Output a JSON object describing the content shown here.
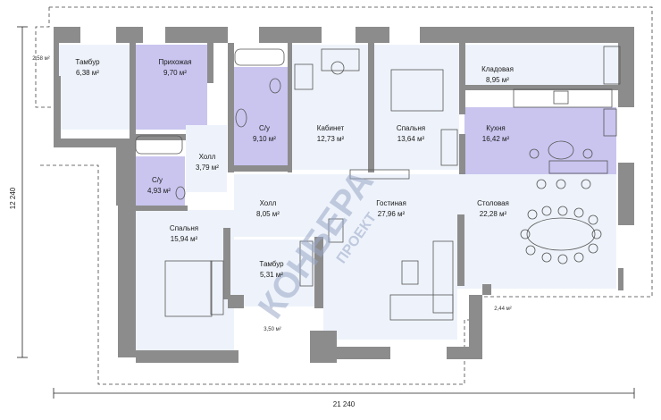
{
  "dimensions": {
    "width": "21 240",
    "height": "12 240"
  },
  "rooms": [
    {
      "name": "Тамбур",
      "area": "6,38 м²"
    },
    {
      "name": "Прихожая",
      "area": "9,70 м²"
    },
    {
      "name": "С/у",
      "area": "9,10 м²"
    },
    {
      "name": "Кабинет",
      "area": "12,73 м²"
    },
    {
      "name": "Спальня",
      "area": "13,64 м²"
    },
    {
      "name": "Кладовая",
      "area": "8,95 м²"
    },
    {
      "name": "Кухня",
      "area": "16,42 м²"
    },
    {
      "name": "Холл",
      "area": "3,79 м²"
    },
    {
      "name": "С/у",
      "area": "4,93 м²"
    },
    {
      "name": "Холл",
      "area": "8,05 м²"
    },
    {
      "name": "Гостиная",
      "area": "27,96 м²"
    },
    {
      "name": "Столовая",
      "area": "22,28 м²"
    },
    {
      "name": "Спальня",
      "area": "15,94 м²"
    },
    {
      "name": "Тамбур",
      "area": "5,31 м²"
    }
  ],
  "terraces": [
    "2,58 м²",
    "2,44 м²",
    "3,50 м²"
  ],
  "watermark": {
    "main": "КОНБЕРА",
    "sub": "ПРОЕКТ"
  },
  "colors": {
    "wall": "#8c8c8c",
    "lavender": "#c9c5ef",
    "pale_blue": "#eef3fb",
    "white": "#ffffff"
  }
}
